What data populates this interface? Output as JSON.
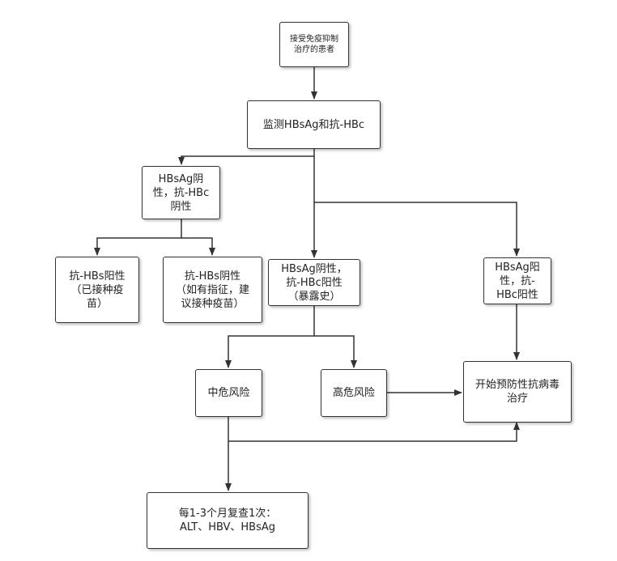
{
  "nodes": {
    "start": "接受免疫抑制\n治疗的患者",
    "monitor": "监测HBsAg和抗-HBc",
    "neg_neg": "HBsAg阴\n性，抗-HBc\n阴性",
    "hbs_pos": "抗-HBs阳性\n（已接种疫\n苗）",
    "hbs_neg": "抗-HBs阴性\n（如有指征，建\n议接种疫苗）",
    "neg_pos_exposure": "HBsAg阴性，\n抗-HBc阳性\n（暴露史）",
    "pos_pos": "HBsAg阳\n性，抗-\nHBc阳性",
    "medium_risk": "中危风险",
    "high_risk": "高危风险",
    "start_antiviral": "开始预防性抗病毒\n治疗",
    "followup": "每1-3个月复查1次：\nALT、HBV、HBsAg"
  }
}
